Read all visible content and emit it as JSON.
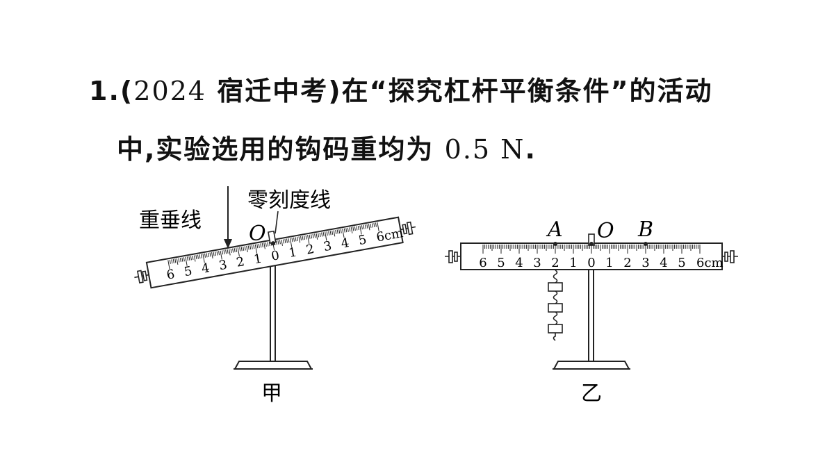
{
  "question": {
    "number": "1.",
    "source_open": "(",
    "source_year": "2024",
    "source_text": "宿迁中考",
    "source_close": ")",
    "line1_rest": "在“探究杠杆平衡条件”的活动",
    "line2_text": "中,实验选用的钩码重均为",
    "weight_value": "0.5 N",
    "line2_end": "."
  },
  "figure_jia": {
    "label_plumb": "重垂线",
    "label_zero": "零刻度线",
    "label_pivot": "O",
    "ruler_numbers": [
      "6",
      "5",
      "4",
      "3",
      "2",
      "1",
      "0",
      "1",
      "2",
      "3",
      "4",
      "5",
      "6cm"
    ],
    "caption": "甲"
  },
  "figure_yi": {
    "label_a": "A",
    "label_pivot": "O",
    "label_b": "B",
    "ruler_numbers": [
      "6",
      "5",
      "4",
      "3",
      "2",
      "1",
      "0",
      "1",
      "2",
      "3",
      "4",
      "5",
      "6cm"
    ],
    "hanging_weights_count": 3,
    "caption": "乙"
  }
}
